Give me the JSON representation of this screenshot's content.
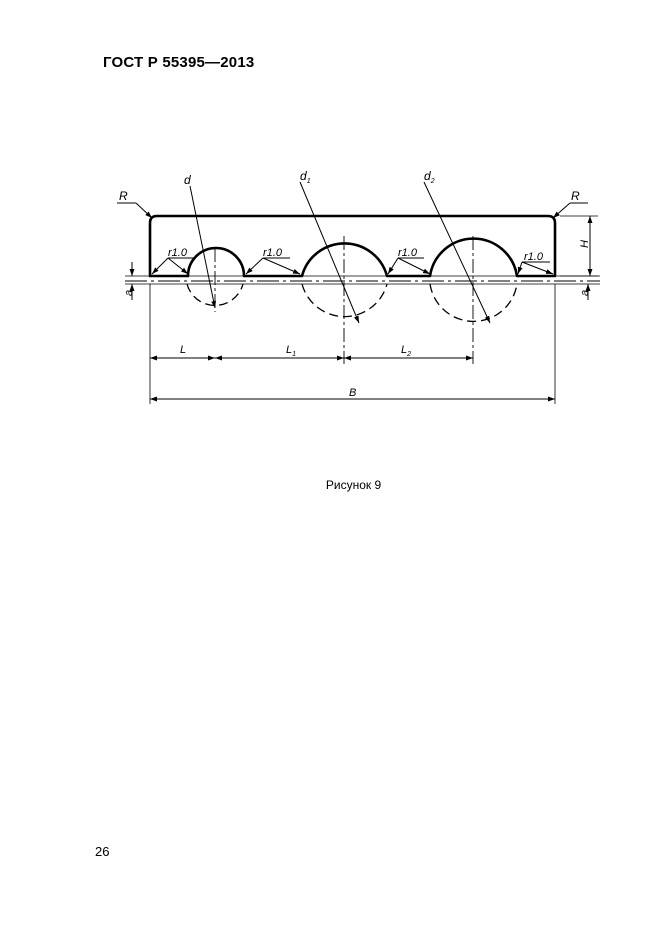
{
  "document": {
    "header": "ГОСТ Р 55395—2013",
    "caption": "Рисунок 9",
    "page_number": "26"
  },
  "drawing": {
    "labels": {
      "radius_left": "R",
      "radius_right": "R",
      "diameter": "d",
      "diameter_1_base": "d",
      "diameter_1_sub": "1",
      "diameter_2_base": "d",
      "diameter_2_sub": "2",
      "fillet_1": "r1.0",
      "fillet_2": "r1.0",
      "fillet_3": "r1.0",
      "fillet_4": "r1.0",
      "height": "H",
      "offset_left": "a",
      "offset_right": "a",
      "length": "L",
      "length_1_base": "L",
      "length_1_sub": "1",
      "length_2_base": "L",
      "length_2_sub": "2",
      "width": "B"
    }
  }
}
